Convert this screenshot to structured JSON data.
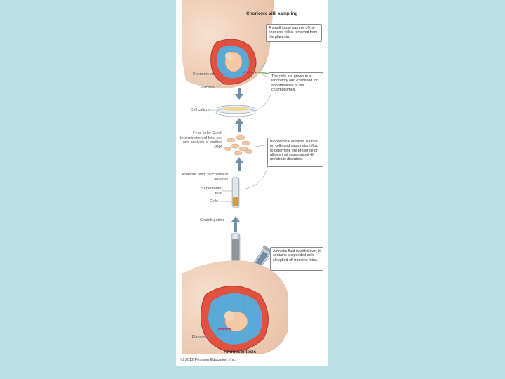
{
  "figure": {
    "title": "Chorionic villi sampling",
    "bottom_title": "Amniocentesis",
    "copyright": "(c) 2012 Pearson Education, Inc.",
    "labels": {
      "chorionic_villi": "Chorionic villi",
      "placenta_top": "Placenta",
      "cell_culture": "Cell culture",
      "fetal_cells": "Fetal cells: Quick determination of fetal sex and analysis of purified DNA",
      "amniotic_fluid": "Amniotic fluid: Biochemical analysis",
      "supernatant": "Supernatant fluid",
      "cells": "Cells",
      "centrifugation": "Centrifugation",
      "placenta_bottom": "Placenta"
    },
    "callouts": {
      "sample": "A small tissue sample of the chorionic villi is removed from the placenta.",
      "culture": "The cells are grown in a laboratory and examined for abnormalities of the chromosomes.",
      "biochem": "Biochemical analysis is done on cells and supernatant fluid to determine the presence of alleles that cause about 40 metabolic disorders.",
      "amniotic": "Amniotic fluid is withdrawn; it contains suspended cells sloughed off from the fetus."
    },
    "colors": {
      "background": "#b9dfe3",
      "uterus": "#e0523f",
      "amniotic_sac": "#5ba9d6",
      "arrow": "#6e8fac",
      "supernatant": "#dfe6ec",
      "cell_layer": "#d89a3c"
    }
  }
}
